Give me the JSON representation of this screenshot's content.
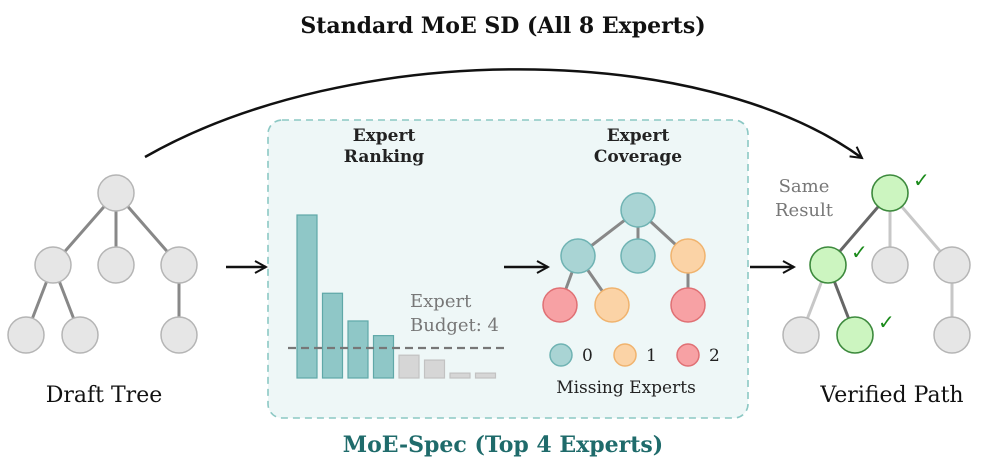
{
  "title": "Standard MoE SD (All 8 Experts)",
  "bottom_title": "MoE-Spec (Top 4 Experts)",
  "draft_tree": {
    "label": "Draft Tree"
  },
  "expert_ranking": {
    "title_line1": "Expert",
    "title_line2": "Ranking",
    "budget_line1": "Expert",
    "budget_line2": "Budget: 4",
    "budget": 4,
    "values": [
      1.0,
      0.52,
      0.35,
      0.26,
      0.14,
      0.11,
      0.03,
      0.03
    ]
  },
  "expert_coverage": {
    "title_line1": "Expert",
    "title_line2": "Coverage",
    "legend_title": "Missing Experts",
    "legend": [
      {
        "label": "0",
        "color": "#a9d4d4"
      },
      {
        "label": "1",
        "color": "#fbd3a6"
      },
      {
        "label": "2",
        "color": "#f7a1a4"
      }
    ]
  },
  "same_result": {
    "line1": "Same",
    "line2": "Result"
  },
  "verified_path": {
    "label": "Verified Path",
    "check": "✓"
  },
  "colors": {
    "teal": "#8fc7c7",
    "teal_dark": "#5fa8a8",
    "box_fill": "#eef7f7",
    "box_border": "#8cc8c4",
    "node_gray": "#e6e6e6",
    "node_green": "#ccf5c0"
  }
}
